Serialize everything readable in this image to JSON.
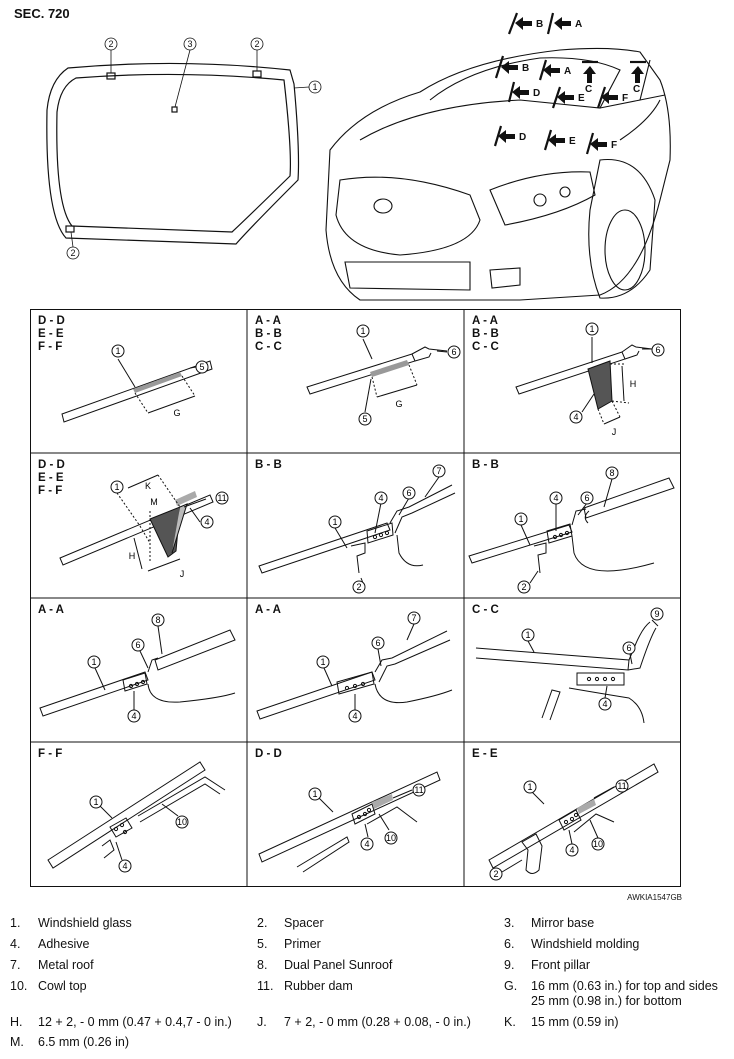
{
  "section": "SEC. 720",
  "figure_code": "AWKIA1547GB",
  "overview": {
    "callouts": [
      "2",
      "3",
      "2",
      "1",
      "2"
    ],
    "section_marks": [
      "B",
      "A",
      "B",
      "A",
      "D",
      "E",
      "F",
      "C",
      "C",
      "D",
      "E",
      "F"
    ]
  },
  "cells": [
    {
      "label": "D - D\nE - E\nF - F",
      "callouts": [
        "1",
        "5",
        "G"
      ]
    },
    {
      "label": "A - A\nB - B\nC - C",
      "callouts": [
        "1",
        "6",
        "5",
        "G"
      ]
    },
    {
      "label": "A - A\nB - B\nC - C",
      "callouts": [
        "1",
        "6",
        "4",
        "H",
        "J"
      ]
    },
    {
      "label": "D - D\nE - E\nF - F",
      "callouts": [
        "1",
        "K",
        "M",
        "11",
        "4",
        "H",
        "J"
      ]
    },
    {
      "label": "B - B",
      "callouts": [
        "7",
        "6",
        "4",
        "1",
        "2"
      ]
    },
    {
      "label": "B - B",
      "callouts": [
        "8",
        "6",
        "4",
        "1",
        "2"
      ]
    },
    {
      "label": "A - A",
      "callouts": [
        "8",
        "6",
        "1",
        "4"
      ]
    },
    {
      "label": "A - A",
      "callouts": [
        "7",
        "6",
        "1",
        "4"
      ]
    },
    {
      "label": "C - C",
      "callouts": [
        "9",
        "1",
        "6",
        "4"
      ]
    },
    {
      "label": "F - F",
      "callouts": [
        "1",
        "10",
        "4"
      ]
    },
    {
      "label": "D - D",
      "callouts": [
        "1",
        "11",
        "4",
        "10"
      ]
    },
    {
      "label": "E - E",
      "callouts": [
        "1",
        "11",
        "4",
        "10",
        "2"
      ]
    }
  ],
  "legend": [
    [
      {
        "num": "1.",
        "text": "Windshield glass"
      },
      {
        "num": "2.",
        "text": "Spacer"
      },
      {
        "num": "3.",
        "text": "Mirror base"
      }
    ],
    [
      {
        "num": "4.",
        "text": "Adhesive"
      },
      {
        "num": "5.",
        "text": "Primer"
      },
      {
        "num": "6.",
        "text": "Windshield molding"
      }
    ],
    [
      {
        "num": "7.",
        "text": "Metal roof"
      },
      {
        "num": "8.",
        "text": "Dual Panel Sunroof"
      },
      {
        "num": "9.",
        "text": "Front pillar"
      }
    ],
    [
      {
        "num": "10.",
        "text": "Cowl top"
      },
      {
        "num": "11.",
        "text": "Rubber dam"
      },
      {
        "num": "G.",
        "text": "16 mm (0.63 in.) for top and sides\n25 mm (0.98 in.) for bottom"
      }
    ],
    [
      {
        "num": "H.",
        "text": "12 + 2, - 0 mm (0.47 + 0.4,7 - 0 in.)"
      },
      {
        "num": "J.",
        "text": "7 + 2, - 0 mm (0.28 + 0.08, - 0 in.)"
      },
      {
        "num": "K.",
        "text": "15 mm (0.59 in)"
      }
    ],
    [
      {
        "num": "M.",
        "text": "6.5 mm (0.26 in)"
      }
    ]
  ]
}
